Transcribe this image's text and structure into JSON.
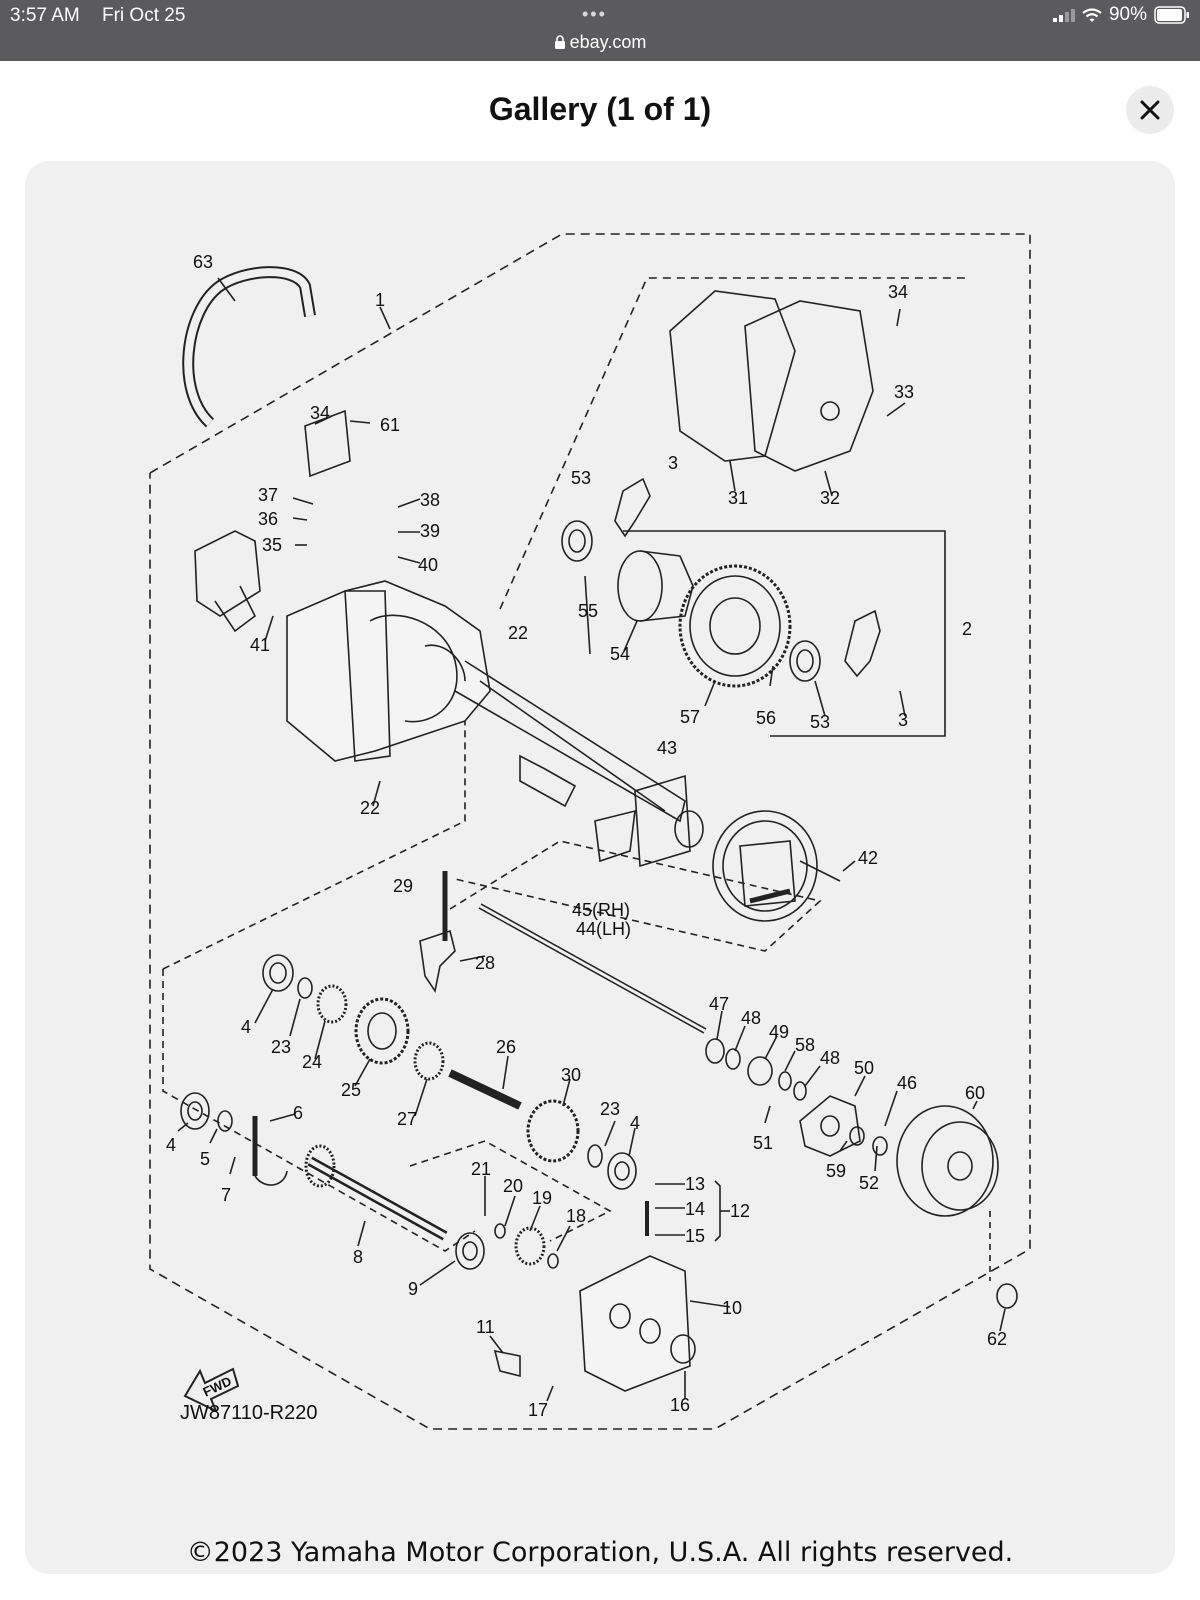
{
  "status_bar": {
    "time": "3:57 AM",
    "date": "Fri Oct 25",
    "url": "ebay.com",
    "battery": "90%",
    "icons": [
      "signal-icon",
      "wifi-icon",
      "battery-icon",
      "lock-icon"
    ]
  },
  "header": {
    "title": "Gallery (1 of 1)",
    "close_icon": "close-icon"
  },
  "diagram": {
    "code": "JW87110-R220",
    "fwd_label": "FWD",
    "copyright": "©2023 Yamaha Motor Corporation, U.S.A. All rights reserved.",
    "callouts": [
      "63",
      "1",
      "34",
      "61",
      "37",
      "36",
      "35",
      "38",
      "39",
      "40",
      "41",
      "22",
      "22",
      "34",
      "33",
      "3",
      "31",
      "32",
      "53",
      "55",
      "54",
      "57",
      "56",
      "53",
      "3",
      "2",
      "43",
      "42",
      "29",
      "28",
      "45(RH)",
      "44(LH)",
      "4",
      "23",
      "24",
      "25",
      "27",
      "26",
      "30",
      "23",
      "4",
      "47",
      "48",
      "49",
      "58",
      "48",
      "50",
      "46",
      "60",
      "51",
      "59",
      "52",
      "6",
      "4",
      "5",
      "7",
      "8",
      "9",
      "21",
      "20",
      "19",
      "18",
      "13",
      "14",
      "15",
      "12",
      "10",
      "11",
      "17",
      "16",
      "62"
    ]
  }
}
